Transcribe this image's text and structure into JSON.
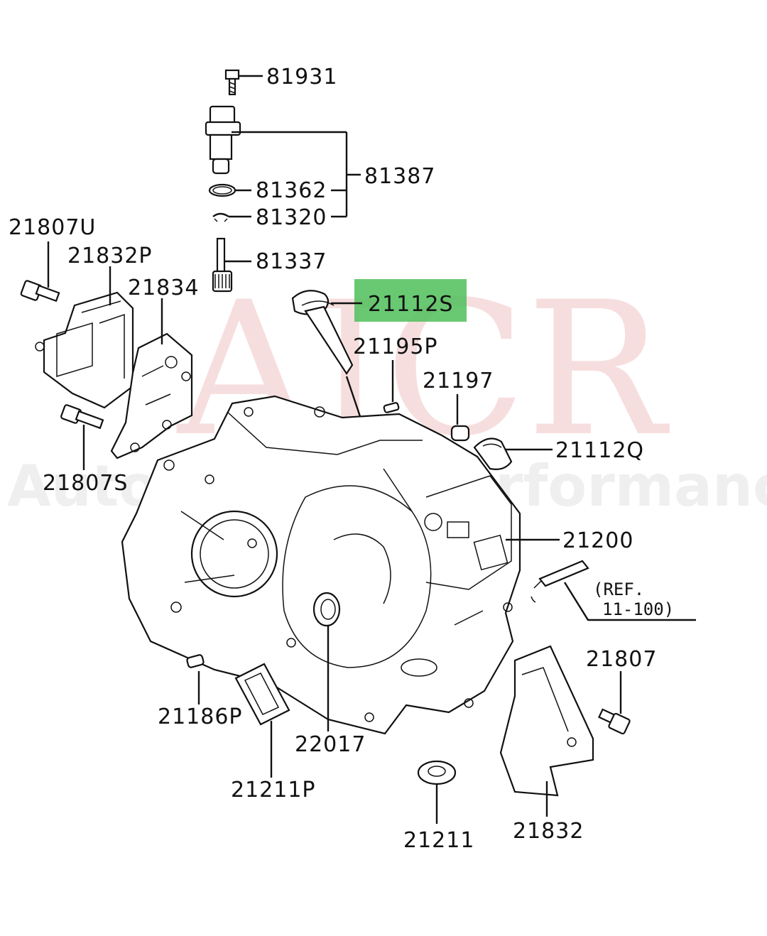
{
  "watermark": {
    "brand": "AJCR",
    "tagline": "Autoparts & Performance"
  },
  "highlight_color": "#4fbf5a",
  "part_labels": {
    "p81931": "81931",
    "p81387": "81387",
    "p81362": "81362",
    "p81320": "81320",
    "p81337": "81337",
    "p21807U": "21807U",
    "p21832P": "21832P",
    "p21834": "21834",
    "p21112S": "21112S",
    "p21195P": "21195P",
    "p21197": "21197",
    "p21112Q": "21112Q",
    "p21807S": "21807S",
    "p21200": "21200",
    "ref_line1": "(REF.",
    "ref_line2": "11-100)",
    "p21807": "21807",
    "p21186P": "21186P",
    "p22017": "22017",
    "p21211P": "21211P",
    "p21211": "21211",
    "p21832": "21832"
  }
}
